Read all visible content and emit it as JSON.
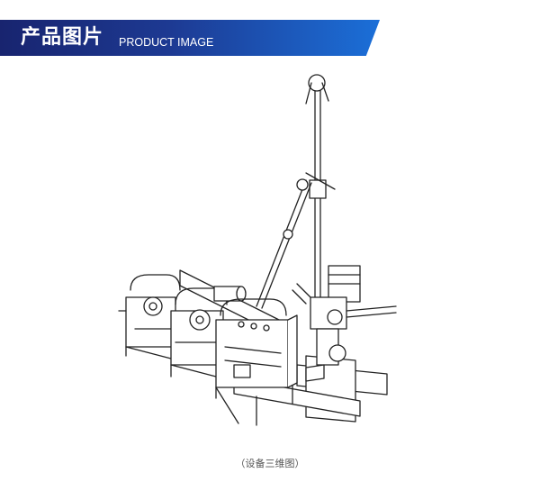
{
  "header": {
    "title": "产品图片",
    "subtitle": "PRODUCT IMAGE",
    "accent_start": "#18246f",
    "accent_end": "#1b6fd8"
  },
  "figure": {
    "caption": "（设备三维图）",
    "image_icon": "line-drawing-equipment-3d"
  }
}
